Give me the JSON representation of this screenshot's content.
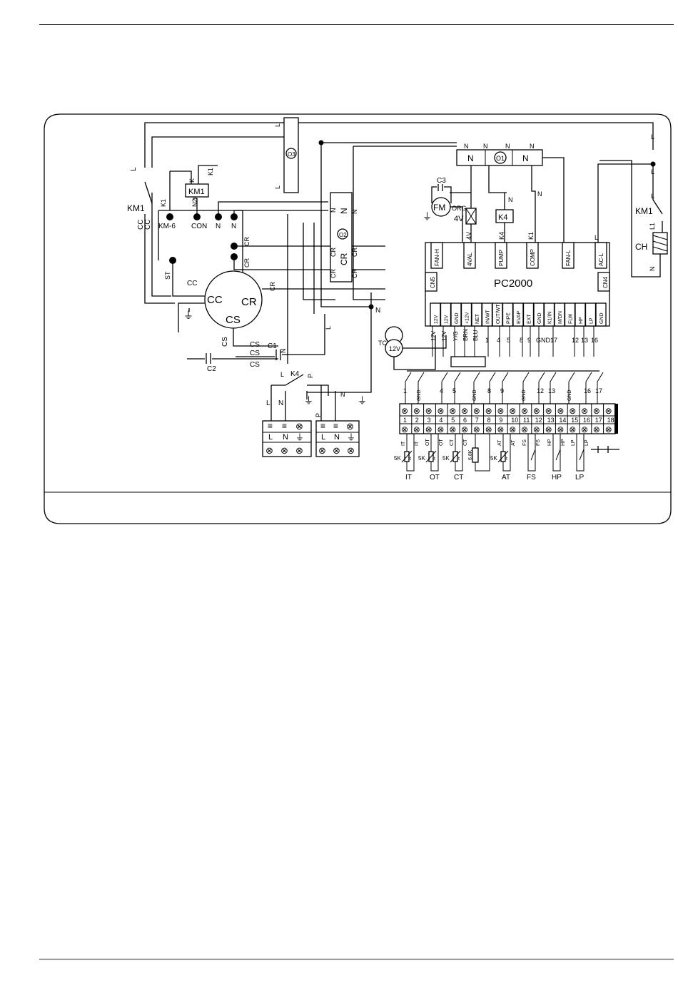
{
  "board": {
    "name": "PC2000",
    "top_ports": [
      "FAN-H",
      "4VAL",
      "PUMP",
      "COMP",
      "FAN-L",
      "AC-L"
    ],
    "side_ports": [
      "CN5",
      "CN4"
    ],
    "bottom_ports": [
      "12V",
      "12V",
      "GND",
      "+12V",
      "NET",
      "IN/WT",
      "OUT/WT",
      "PIPE",
      "EVAP",
      "EXT",
      "GND",
      "K1/IN",
      "M/DN",
      "FLW",
      "HP",
      "LP",
      "GND"
    ],
    "bottom_wire_labels": [
      "12V",
      "12V",
      "Y/G",
      "BRN",
      "BLU",
      "1",
      "4",
      "5",
      "8",
      "9",
      "GND",
      "17",
      "12",
      "13",
      "16"
    ]
  },
  "compressor": {
    "common": "CC",
    "run": "CR",
    "start": "CS",
    "cap_run": "C1",
    "cap_start": "C2",
    "st": "ST",
    "cc": "CC"
  },
  "contactor": {
    "name": "KM1",
    "terminals": [
      "KM-6",
      "CON",
      "N",
      "N"
    ],
    "k_labels": [
      "K1",
      "K1",
      "K"
    ],
    "n2": "N2",
    "cr": "CR"
  },
  "fan_motor": {
    "name": "FM",
    "cap": "C3",
    "org": "ORG"
  },
  "valve": {
    "label": "4V"
  },
  "relay": {
    "name": "K4"
  },
  "heater": {
    "relay": "KM1",
    "coil": "L1",
    "name": "CH"
  },
  "transformer": {
    "name": "TC",
    "voltage": "12V"
  },
  "protectors": {
    "o1": "O1",
    "o2": "O2",
    "o3": "O3"
  },
  "terminal_numbers_top": [
    "1",
    "GND",
    "4",
    "5",
    "GND",
    "8",
    "9",
    "GND",
    "12",
    "13",
    "GND",
    "16",
    "17"
  ],
  "strip_numbers": [
    "1",
    "2",
    "3",
    "4",
    "5",
    "6",
    "7",
    "8",
    "9",
    "10",
    "11",
    "12",
    "13",
    "14",
    "15",
    "16",
    "17",
    "18"
  ],
  "sensors": [
    "IT",
    "OT",
    "CT",
    "AT",
    "FS",
    "HP",
    "LP"
  ],
  "sensor_values": {
    "r5k": "5K",
    "r68k": "6.8K",
    "t": "t"
  },
  "power_blocks": [
    {
      "labels": [
        "L",
        "N"
      ],
      "top": [
        "L",
        "N"
      ]
    },
    {
      "labels": [
        "L",
        "N"
      ],
      "top": [
        "L",
        "N",
        "P"
      ]
    }
  ],
  "misc": {
    "L": "L",
    "N": "N",
    "K4": "K4",
    "P": "P",
    "CR": "CR",
    "CS": "CS"
  }
}
